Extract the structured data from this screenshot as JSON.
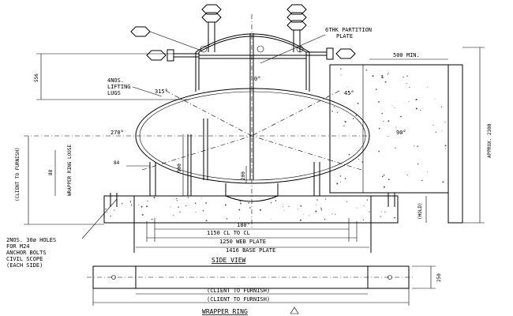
{
  "titles": {
    "side_view": "SIDE VIEW",
    "wrapper_ring": "WRAPPER RING"
  },
  "labels": {
    "partition_plate": [
      "6THK PARTITION",
      "PLATE"
    ],
    "lifting_lugs": [
      "4NOS.",
      "LIFTING",
      "LUGS"
    ],
    "anchor_holes": [
      "2NOS. 30ø HOLES",
      "FOR M24",
      "ANCHOR BOLTS",
      "CIVIL SCOPE",
      "(EACH SIDE)"
    ],
    "wrapper_ring_loose": "WRAPPER RING LOOSE",
    "client_to_furnish_vertical": "(CLIENT TO FURNISH)",
    "approx": "APPROX. 2300",
    "hold": "(HOLD)",
    "client_to_furnish": "(CLIENT TO FURNISH)"
  },
  "angles": {
    "top": "0°",
    "a315": "315°",
    "a45": "45°",
    "a270": "270°",
    "a90": "90°",
    "a180": "180°"
  },
  "dimensions": {
    "top_clearance": "500 MIN.",
    "height_556": "556",
    "cl_to_cl": "1150 CL TO CL",
    "web_plate": "1250 WEB PLATE",
    "base_plate": "1416 BASE PLATE",
    "d84": "84",
    "d88": "88",
    "d900": "900",
    "d200": "200",
    "d250": "250"
  }
}
